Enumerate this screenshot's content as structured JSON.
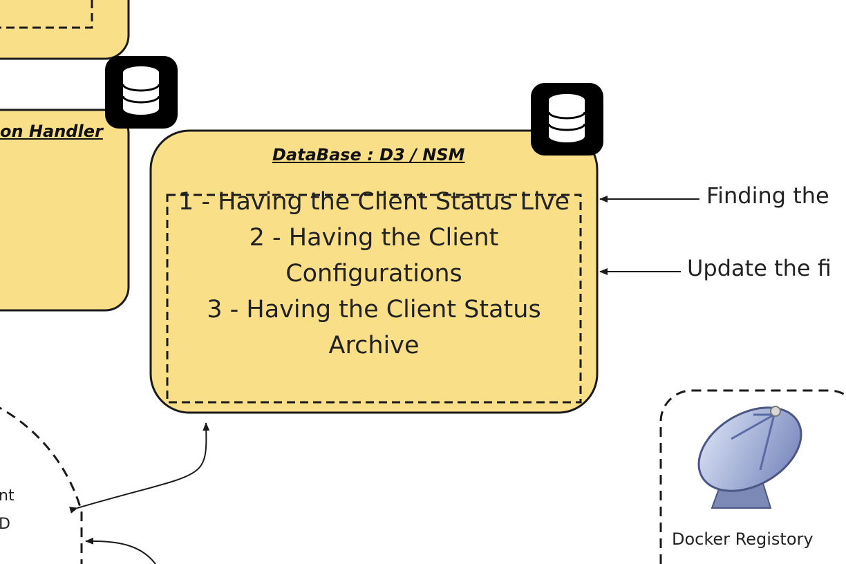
{
  "top_box": {},
  "handler_box": {
    "title": "on Handler"
  },
  "database_box": {
    "title": "DataBase : D3 / NSM",
    "lines": [
      "1 - Having the Client Status Live",
      "2 - Having the Client",
      "Configurations",
      "3 - Having the Client Status",
      "Archive"
    ]
  },
  "external_labels": [
    "Finding the",
    "Update the fi"
  ],
  "left_circle_labels": [
    "nt",
    "D"
  ],
  "registry": {
    "label": "Docker Registory"
  },
  "colors": {
    "box_fill": "#FADF89",
    "stroke": "#1a1a1a",
    "icon_bg": "#000000",
    "dish": "#8fa0cc"
  }
}
